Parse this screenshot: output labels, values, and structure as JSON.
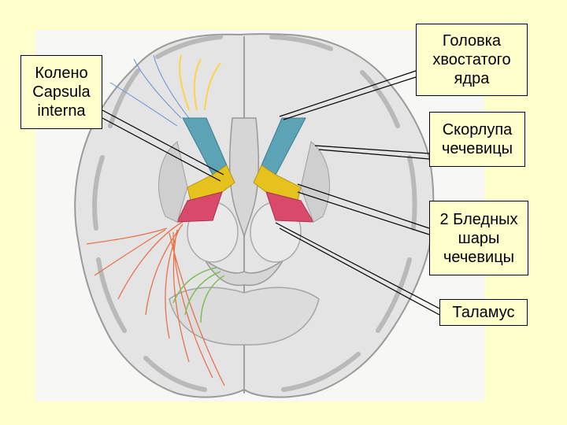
{
  "labels": {
    "knee": "Колено\nCapsula\ninterna",
    "caudate_head": "Головка\nхвостатого\nядра",
    "putamen": "Скорлупа\nчечевицы",
    "globus_pallidus": "2 Бледных\nшары\nчечевицы",
    "thalamus": "Таламус"
  },
  "colors": {
    "background": "#ffffcc",
    "caudate": "#5ba3b5",
    "internal_capsule": "#e6c21d",
    "pallidus": "#d94a6a",
    "tissue": "#ececec",
    "gray_matter": "#bdbdbd",
    "fibers_orange": "#e8724a",
    "fibers_green": "#7bbf5a",
    "fibers_yellow": "#ffd24a",
    "fibers_blue": "#6a8fd0"
  }
}
